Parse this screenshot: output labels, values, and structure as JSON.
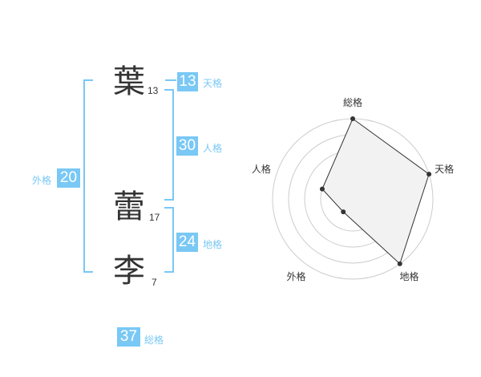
{
  "name": {
    "chars": [
      {
        "char": "葉",
        "strokes": "13"
      },
      {
        "char": "蕾",
        "strokes": "17"
      },
      {
        "char": "李",
        "strokes": "7"
      }
    ]
  },
  "kakusu": {
    "tenkaku": {
      "value": "13",
      "label": "天格"
    },
    "jinkaku": {
      "value": "30",
      "label": "人格"
    },
    "chikaku": {
      "value": "24",
      "label": "地格"
    },
    "gaikaku": {
      "value": "20",
      "label": "外格"
    },
    "soukaku": {
      "value": "37",
      "label": "総格"
    }
  },
  "colors": {
    "accent": "#79c8f5",
    "text": "#333333"
  },
  "chart_data": {
    "type": "radar",
    "axes": [
      "総格",
      "天格",
      "地格",
      "外格",
      "人格"
    ],
    "values": [
      5,
      5,
      5,
      1,
      2
    ],
    "max": 5,
    "rings": 5
  }
}
